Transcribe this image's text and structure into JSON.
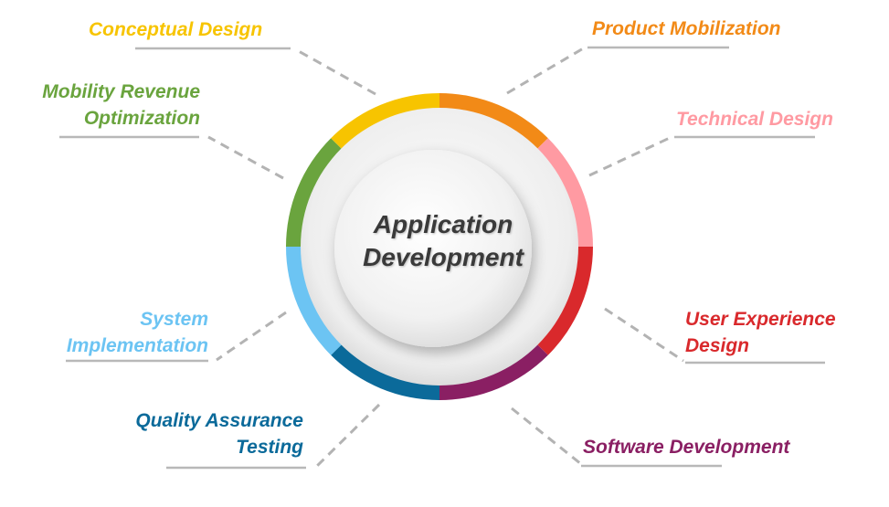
{
  "center": {
    "line1": "Application",
    "line2": "Development"
  },
  "stages": [
    {
      "lines": [
        "Product Mobilization"
      ],
      "color": "#f28a17"
    },
    {
      "lines": [
        "Technical Design"
      ],
      "color": "#ff9aa2"
    },
    {
      "lines": [
        "User Experience",
        "Design"
      ],
      "color": "#d9292c"
    },
    {
      "lines": [
        "Software Development"
      ],
      "color": "#8a1f63"
    },
    {
      "lines": [
        "Quality Assurance",
        "Testing"
      ],
      "color": "#0b6a9a"
    },
    {
      "lines": [
        "System",
        "Implementation"
      ],
      "color": "#6cc4f3"
    },
    {
      "lines": [
        "Mobility Revenue",
        "Optimization"
      ],
      "color": "#6aa43e"
    },
    {
      "lines": [
        "Conceptual Design"
      ],
      "color": "#f7c400"
    }
  ]
}
